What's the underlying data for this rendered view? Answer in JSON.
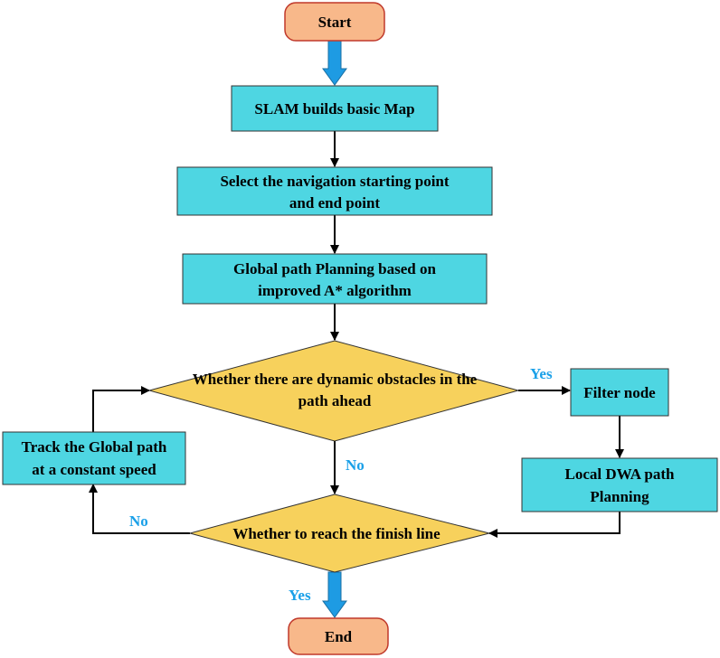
{
  "colors": {
    "terminal_fill": "#F8B88A",
    "terminal_stroke": "#C0392B",
    "process_fill": "#4ED6E2",
    "process_stroke": "#333333",
    "decision_fill": "#F7D15C",
    "decision_stroke": "#333333",
    "block_arrow": "#1E9BE3",
    "label_text": "#1AA0E8",
    "line": "#000000"
  },
  "nodes": {
    "start": {
      "text": "Start"
    },
    "slam": {
      "text": "SLAM builds basic Map"
    },
    "select": {
      "lines": [
        "Select the navigation starting point",
        "and end point"
      ]
    },
    "global": {
      "lines": [
        "Global path Planning based on",
        "improved A* algorithm"
      ]
    },
    "obstacles": {
      "lines": [
        "Whether there are dynamic obstacles in the",
        "path ahead"
      ]
    },
    "filter": {
      "text": "Filter node"
    },
    "dwa": {
      "lines": [
        "Local DWA path",
        "Planning"
      ]
    },
    "track": {
      "lines": [
        "Track the Global path",
        "at a constant speed"
      ]
    },
    "finish": {
      "text": "Whether to reach the finish line"
    },
    "end": {
      "text": "End"
    }
  },
  "edge_labels": {
    "obstacles_yes": "Yes",
    "obstacles_no": "No",
    "finish_no": "No",
    "finish_yes": "Yes"
  }
}
